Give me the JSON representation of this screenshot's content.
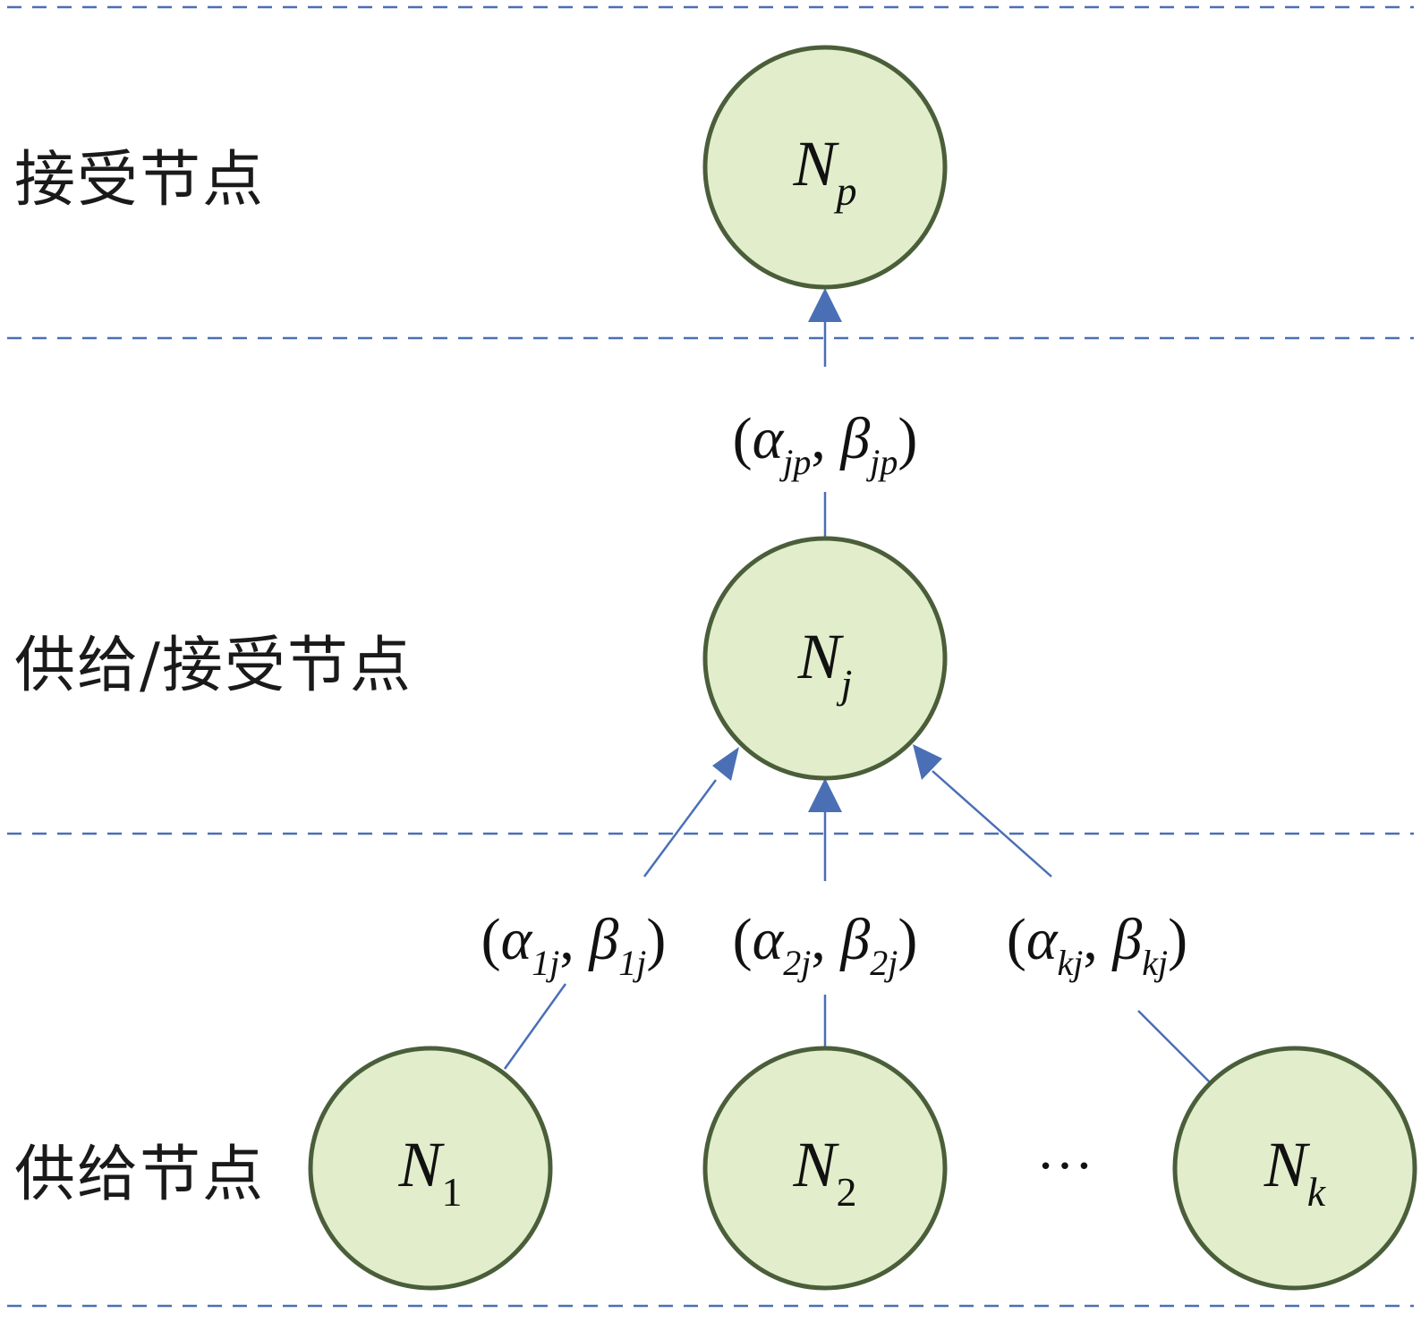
{
  "layers": {
    "receive": "接受节点",
    "supply_receive": "供给/接受节点",
    "supply": "供给节点"
  },
  "nodes": {
    "np": {
      "base": "N",
      "sub": "p"
    },
    "nj": {
      "base": "N",
      "sub": "j"
    },
    "n1": {
      "base": "N",
      "sub": "1"
    },
    "n2": {
      "base": "N",
      "sub": "2"
    },
    "nk": {
      "base": "N",
      "sub": "k"
    }
  },
  "ellipsis": "…",
  "edge_labels": {
    "jp": {
      "open": "(",
      "a": "α",
      "a_sub": "jp",
      "sep": ", ",
      "b": "β",
      "b_sub": "jp",
      "close": ")"
    },
    "1j": {
      "open": "(",
      "a": "α",
      "a_sub": "1j",
      "sep": ", ",
      "b": "β",
      "b_sub": "1j",
      "close": ")"
    },
    "2j": {
      "open": "(",
      "a": "α",
      "a_sub": "2j",
      "sep": ", ",
      "b": "β",
      "b_sub": "2j",
      "close": ")"
    },
    "kj": {
      "open": "(",
      "a": "α",
      "a_sub": "kj",
      "sep": ", ",
      "b": "β",
      "b_sub": "kj",
      "close": ")"
    }
  },
  "colors": {
    "node_fill": "#e2edcc",
    "node_stroke": "#4a5e3a",
    "edge": "#4a6fb5",
    "divider": "#4a6fb5"
  }
}
